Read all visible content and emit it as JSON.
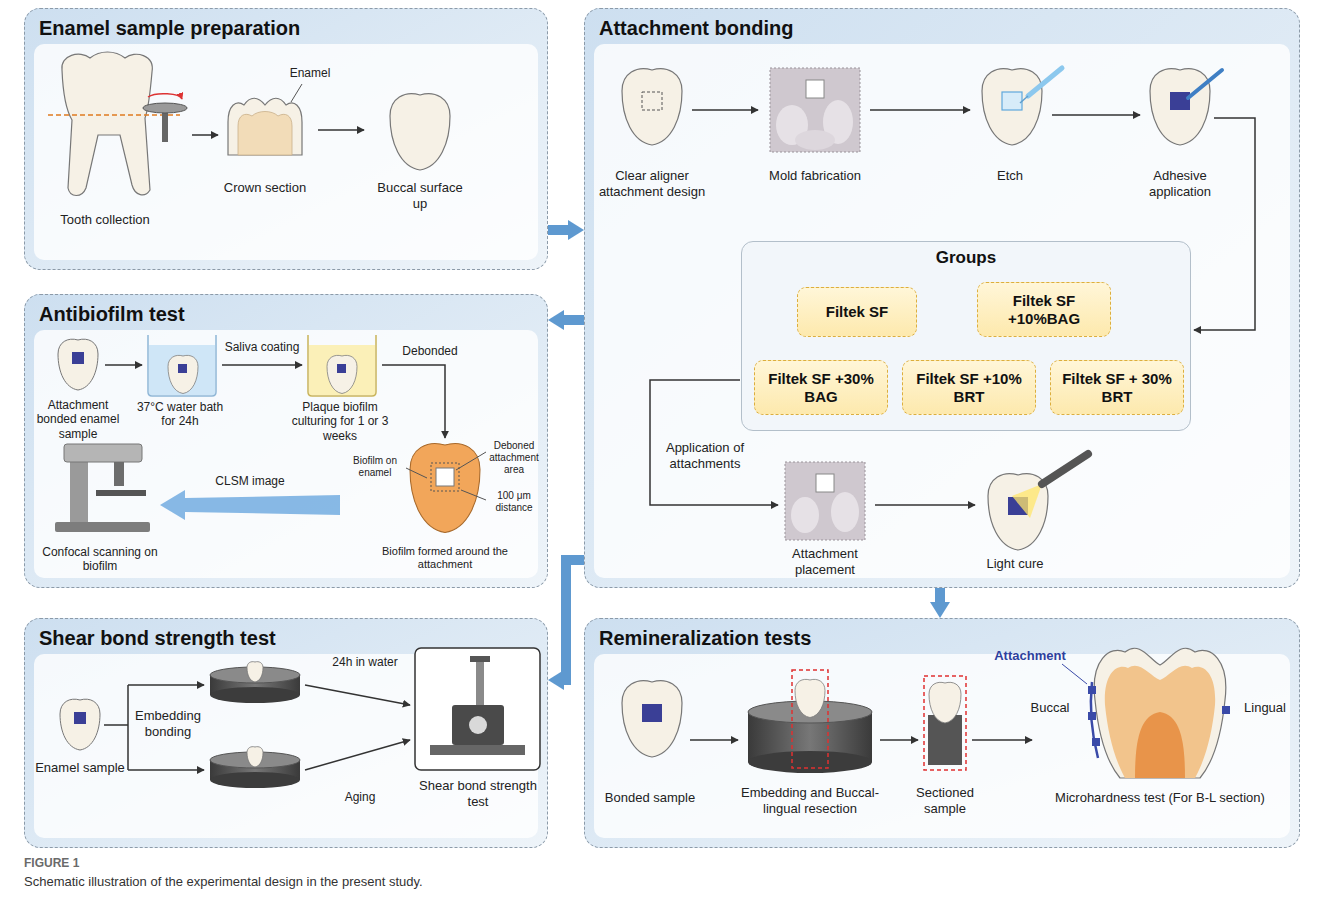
{
  "diagram": {
    "caption": "Schematic illustration of the experimental design in the present study.",
    "nodes": [
      {
        "text": [
          "Enamel sample preparation"
        ]
      },
      {
        "text": [
          "Attachment bonding"
        ]
      },
      {
        "text": [
          "Groups"
        ],
        "in": 1
      },
      {
        "text": [
          "Filtek SF"
        ],
        "in": 2
      },
      {
        "text": [
          "Filtek SF +10%BAG"
        ],
        "in": 2
      },
      {
        "text": [
          "Filtek SF +30% BAG"
        ],
        "in": 2
      },
      {
        "text": [
          "Filtek SF +10% BRT"
        ],
        "in": 2
      },
      {
        "text": [
          "Filtek SF + 30% BRT"
        ],
        "in": 2
      },
      {
        "text": [
          "Antibiofilm test"
        ]
      },
      {
        "text": [
          "Shear bond strength test"
        ]
      },
      {
        "text": [
          "Remineralization tests"
        ]
      }
    ],
    "edges": [
      {
        "from": 0,
        "to": 1,
        "arrow": "to"
      },
      {
        "from": 1,
        "to": 8,
        "arrow": "to"
      },
      {
        "from": 1,
        "to": 9,
        "arrow": "to"
      },
      {
        "from": 1,
        "to": 10,
        "arrow": "to"
      }
    ],
    "labels": [
      "Tooth collection",
      "Crown section",
      "Enamel",
      "Buccal surface up",
      "Clear aligner attachment design",
      "Mold fabrication",
      "Etch",
      "Adhesive application",
      "Application of attachments",
      "Attachment placement",
      "Light cure",
      "Attachment bonded enamel sample",
      "37°C water bath for 24h",
      "Saliva coating",
      "Plaque biofilm culturing for 1 or 3 weeks",
      "Debonded",
      "Confocal scanning on biofilm",
      "CLSM image",
      "Biofilm on enamel",
      "Deboned attachment area",
      "100 μm distance",
      "Biofilm formed around the attachment",
      "Enamel sample",
      "Embedding bonding",
      "24h in water",
      "Aging",
      "Shear bond strength test",
      "Bonded sample",
      "Embedding and Buccal-lingual resection",
      "Sectioned sample",
      "Attachment",
      "Buccal",
      "Lingual",
      "Microhardness test (For B-L section)",
      "FIGURE 1"
    ]
  }
}
